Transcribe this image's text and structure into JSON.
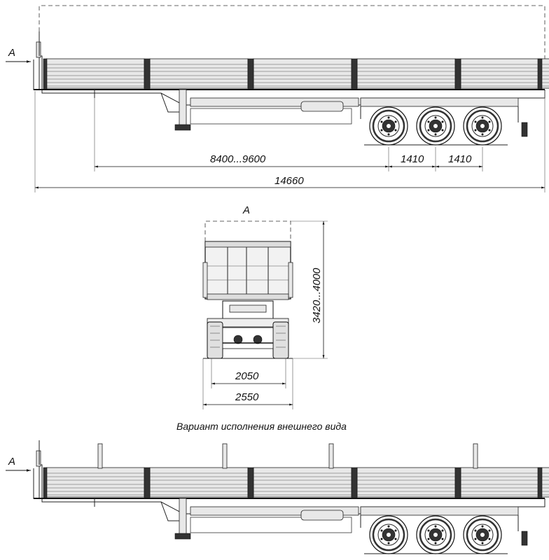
{
  "side_view_top": {
    "arrow_label": "A",
    "dim_wheelbase": "8400...9600",
    "dim_axle_1": "1410",
    "dim_axle_2": "1410",
    "dim_total_length": "14660"
  },
  "rear_view": {
    "view_label": "A",
    "dim_height": "3420...4000",
    "dim_track": "2050",
    "dim_width": "2550"
  },
  "caption": "Вариант исполнения внешнего вида",
  "side_view_bottom": {
    "arrow_label": "A"
  }
}
